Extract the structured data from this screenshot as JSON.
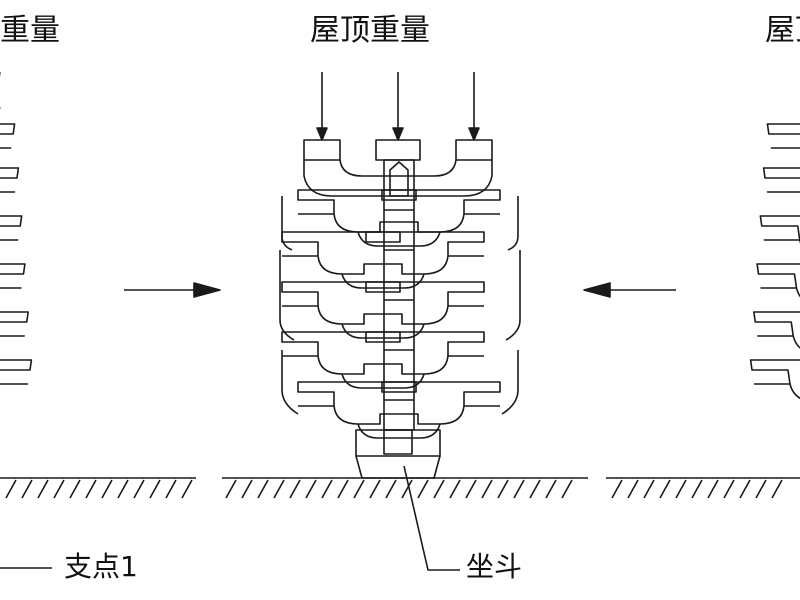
{
  "labels": {
    "roof_weight_left": "屋顶重量",
    "roof_weight_center": "屋顶重量",
    "roof_weight_right": "屋顶重量",
    "pivot_point": "支点1",
    "base_block": "坐斗"
  },
  "colors": {
    "ink": "#1a1a1a",
    "background": "#ffffff"
  }
}
